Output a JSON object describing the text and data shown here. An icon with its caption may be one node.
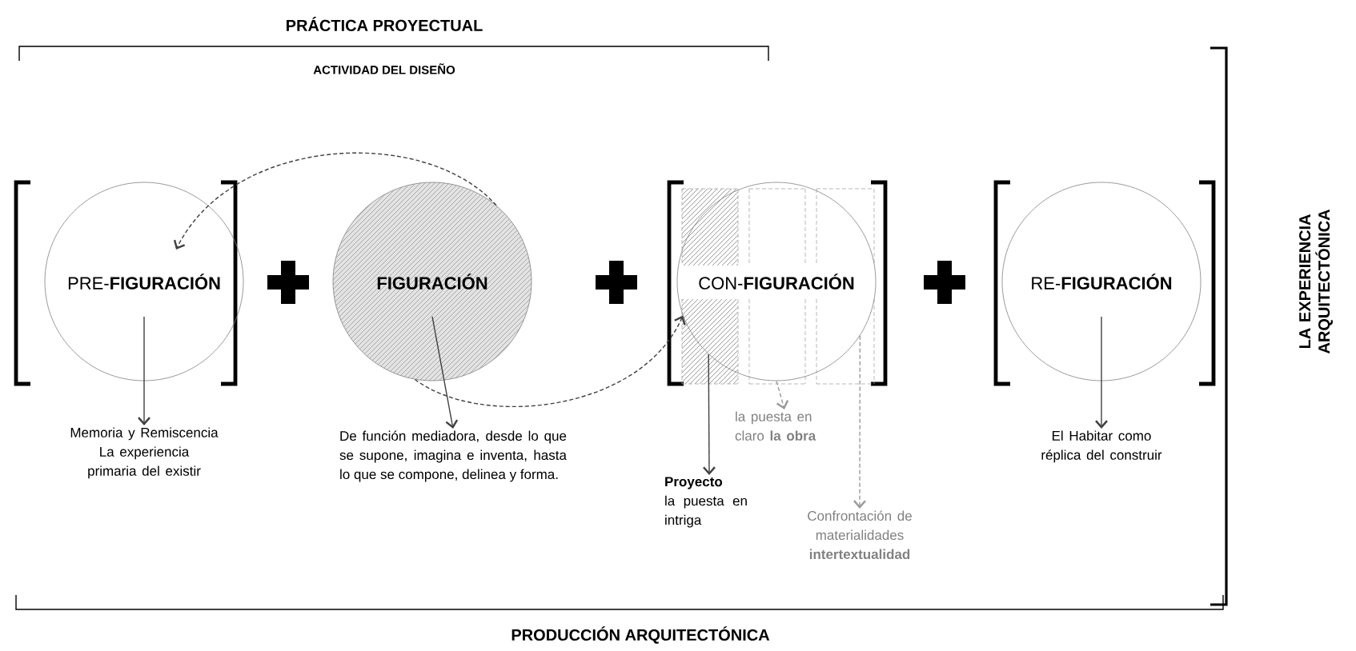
{
  "diagram": {
    "nodes": [
      {
        "text": [
          "PRE-**FIGURACIÓN**"
        ]
      },
      {
        "text": [
          "FIGURACIÓN"
        ]
      },
      {
        "text": [
          "CON-**FIGURACIÓN**"
        ]
      },
      {
        "text": [
          "RE-**FIGURACIÓN**"
        ]
      },
      {
        "text": [
          "Memoria y Remiscencia La experiencia primaria del existir"
        ]
      },
      {
        "text": [
          "De función mediadora, desde lo que se supone, imagina e inventa, hasta lo que se compone, delinea y forma."
        ]
      },
      {
        "text": [
          "Proyecto",
          "la puesta en intriga"
        ]
      },
      {
        "text": [
          "la puesta en claro **la obra**"
        ]
      },
      {
        "text": [
          "Confrontación de materialidades **intertextualidad**"
        ]
      },
      {
        "text": [
          "El Habitar como réplica del construir"
        ]
      }
    ],
    "edges": [
      {
        "from": 0,
        "to": 4,
        "arrow": "to"
      },
      {
        "from": 1,
        "to": 5,
        "arrow": "to"
      },
      {
        "from": 2,
        "to": 6,
        "arrow": "to"
      },
      {
        "from": 2,
        "to": 7,
        "arrow": "to",
        "style": "dashed",
        "color": "#999999"
      },
      {
        "from": 2,
        "to": 8,
        "arrow": "to",
        "style": "dashed",
        "color": "#999999"
      },
      {
        "from": 3,
        "to": 9,
        "arrow": "to"
      },
      {
        "from": 1,
        "to": 0,
        "arrow": "to",
        "style": "dashed"
      },
      {
        "from": 1,
        "to": 2,
        "arrow": "to",
        "style": "dashed"
      }
    ],
    "labels": [
      "PRÁCTICA PROYECTUAL",
      "ACTIVIDAD DEL DISEÑO",
      "LA EXPERIENCIA ARQUITECTÓNICA",
      "PRODUCCIÓN ARQUITECTÓNICA"
    ]
  }
}
